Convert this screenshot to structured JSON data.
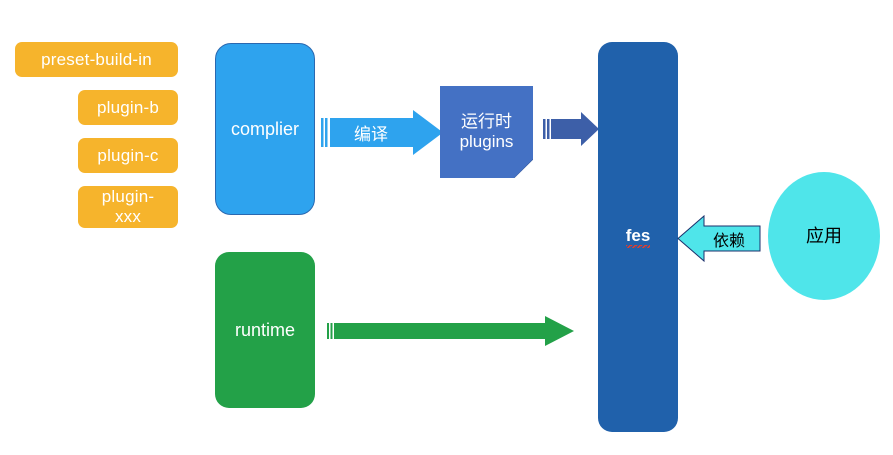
{
  "diagram": {
    "title": "fes architecture diagram",
    "colors": {
      "orange": "#f6b42c",
      "light_blue": "#2ea3ee",
      "plugin_blue": "#4471c4",
      "fes_blue": "#2061ab",
      "green": "#23a148",
      "cyan": "#4fe5ea",
      "spellcheck_red": "#e83b2a"
    },
    "chips": [
      {
        "id": "preset-build-in",
        "label": "preset-build-in"
      },
      {
        "id": "plugin-b",
        "label": "plugin-b"
      },
      {
        "id": "plugin-c",
        "label": "plugin-c"
      },
      {
        "id": "plugin-xxx",
        "label_line1": "plugin-",
        "label_line2": "xxx"
      }
    ],
    "nodes": {
      "complier": {
        "label": "complier"
      },
      "runtime": {
        "label": "runtime"
      },
      "runtime_plugins": {
        "line1": "运行时",
        "line2": "plugins"
      },
      "fes": {
        "label": "fes"
      },
      "app": {
        "label": "应用"
      }
    },
    "arrows": {
      "compile": {
        "label": "编译",
        "direction": "right"
      },
      "plugins_to_fes": {
        "label": "",
        "direction": "right"
      },
      "runtime_to_fes": {
        "label": "",
        "direction": "right"
      },
      "depend": {
        "label": "依赖",
        "direction": "left"
      }
    }
  }
}
